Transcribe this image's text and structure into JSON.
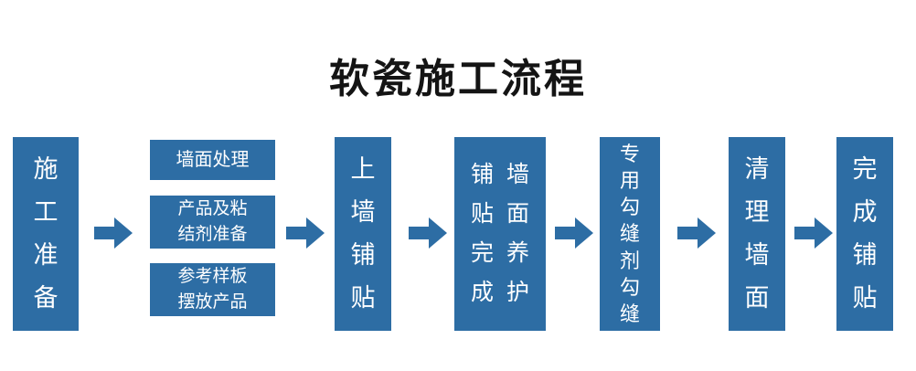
{
  "title": "软瓷施工流程",
  "colors": {
    "box": "#2d6da4",
    "arrow": "#2d6da4",
    "title": "#141414",
    "background": "#ffffff"
  },
  "steps": {
    "step1": {
      "label": "施工准备"
    },
    "step2": {
      "sub1": "墙面处理",
      "sub2": "产品及粘结剂准备",
      "sub3": "参考样板摆放产品"
    },
    "step3": {
      "label": "上墙铺贴"
    },
    "step4": {
      "left": "铺贴完成",
      "right": "墙面养护"
    },
    "step5": {
      "label": "专用勾缝剂勾缝"
    },
    "step6": {
      "label": "清理墙面"
    },
    "step7": {
      "label": "完成铺贴"
    }
  }
}
